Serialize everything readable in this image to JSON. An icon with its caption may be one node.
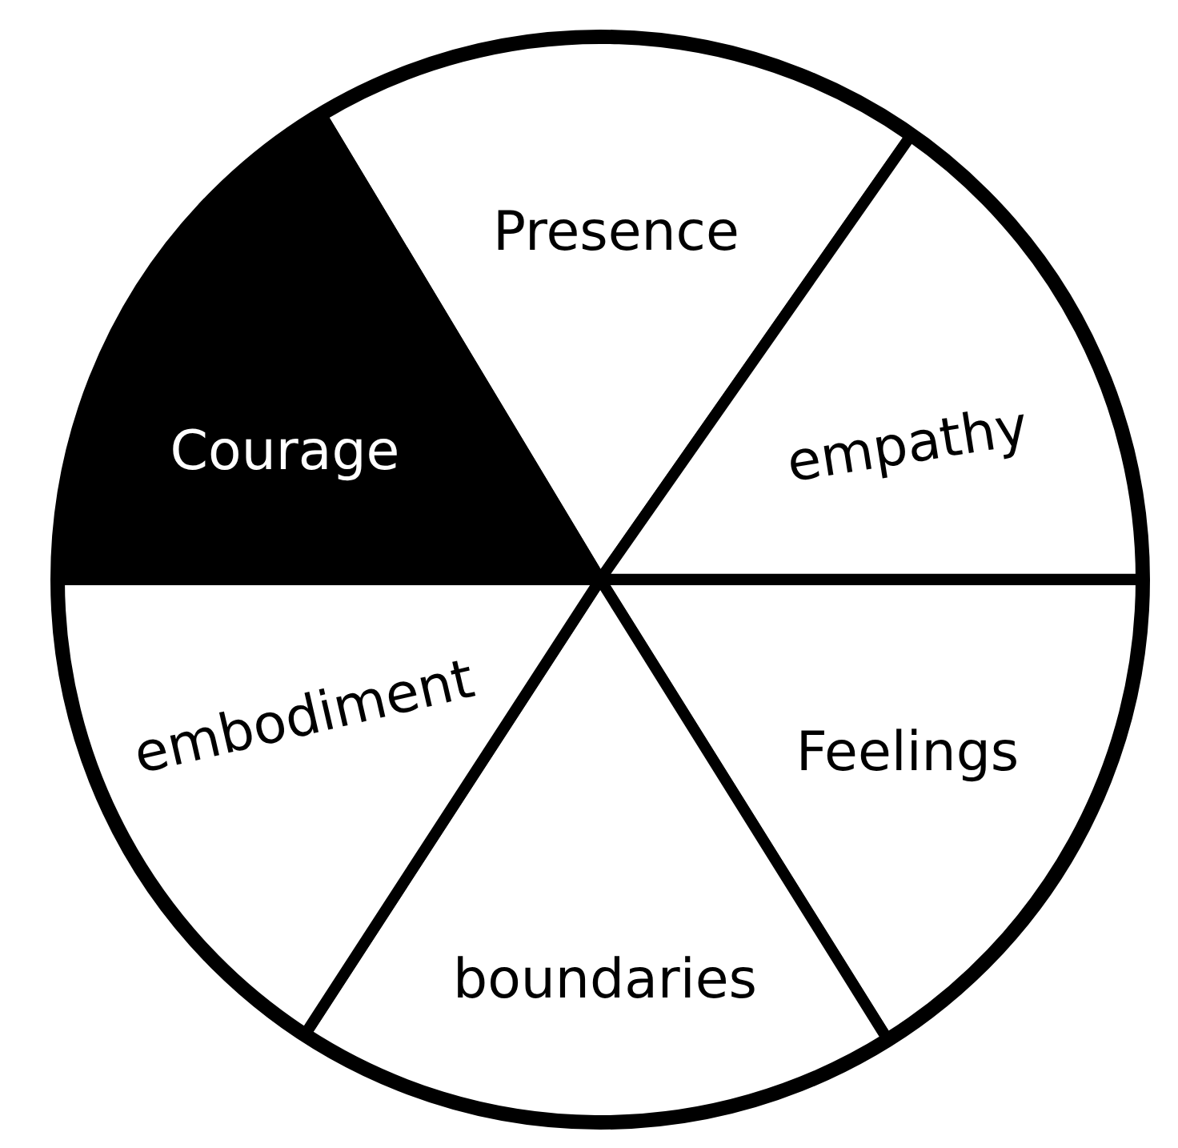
{
  "diagram": {
    "nodes": [
      {
        "text": [
          "Presence"
        ]
      },
      {
        "text": [
          "empathy"
        ]
      },
      {
        "text": [
          "Feelings"
        ]
      },
      {
        "text": [
          "boundaries"
        ]
      },
      {
        "text": [
          "embodiment"
        ]
      },
      {
        "text": [
          "Courage"
        ]
      }
    ]
  }
}
